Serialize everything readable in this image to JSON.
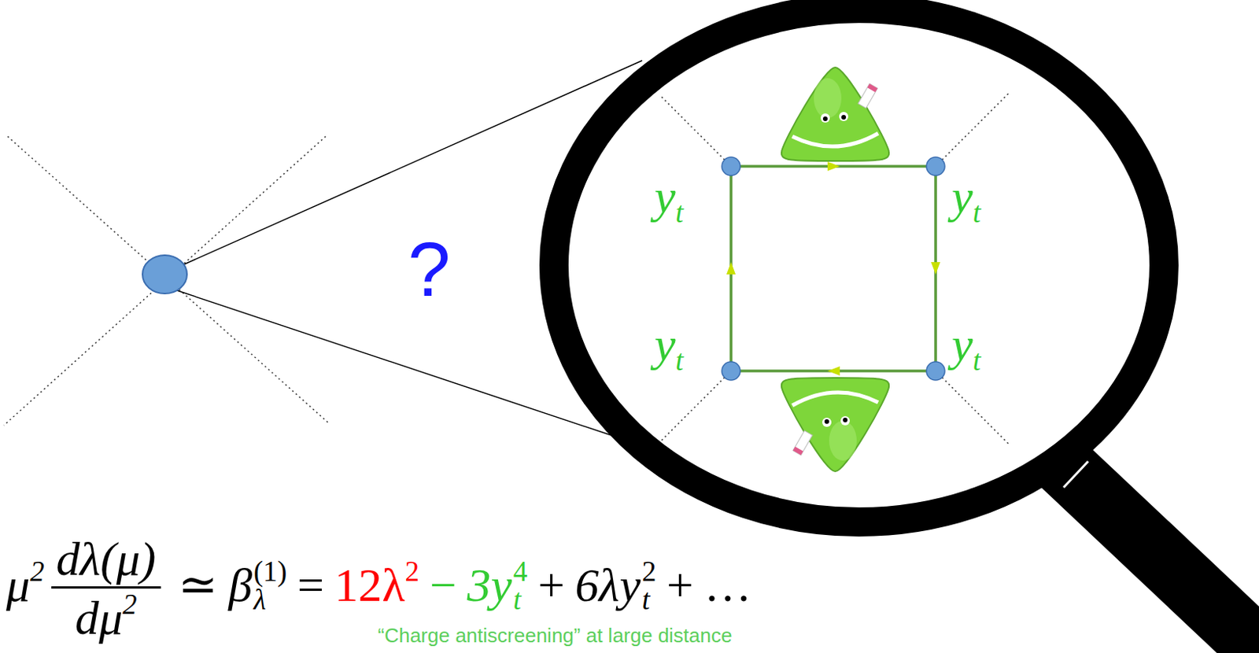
{
  "diagram": {
    "labels": [
      "?",
      "y",
      "t",
      "y",
      "t",
      "y",
      "t",
      "y",
      "t",
      "μ",
      "2",
      "dλ(μ)",
      "dμ",
      "2",
      "≃",
      "β",
      "(1)",
      "λ",
      "=",
      "12λ",
      "2",
      "−",
      "3y",
      "4",
      "t",
      "+",
      "6λy",
      "2",
      "t",
      "+",
      "…",
      "“Charge antiscreening” at large distance"
    ]
  }
}
